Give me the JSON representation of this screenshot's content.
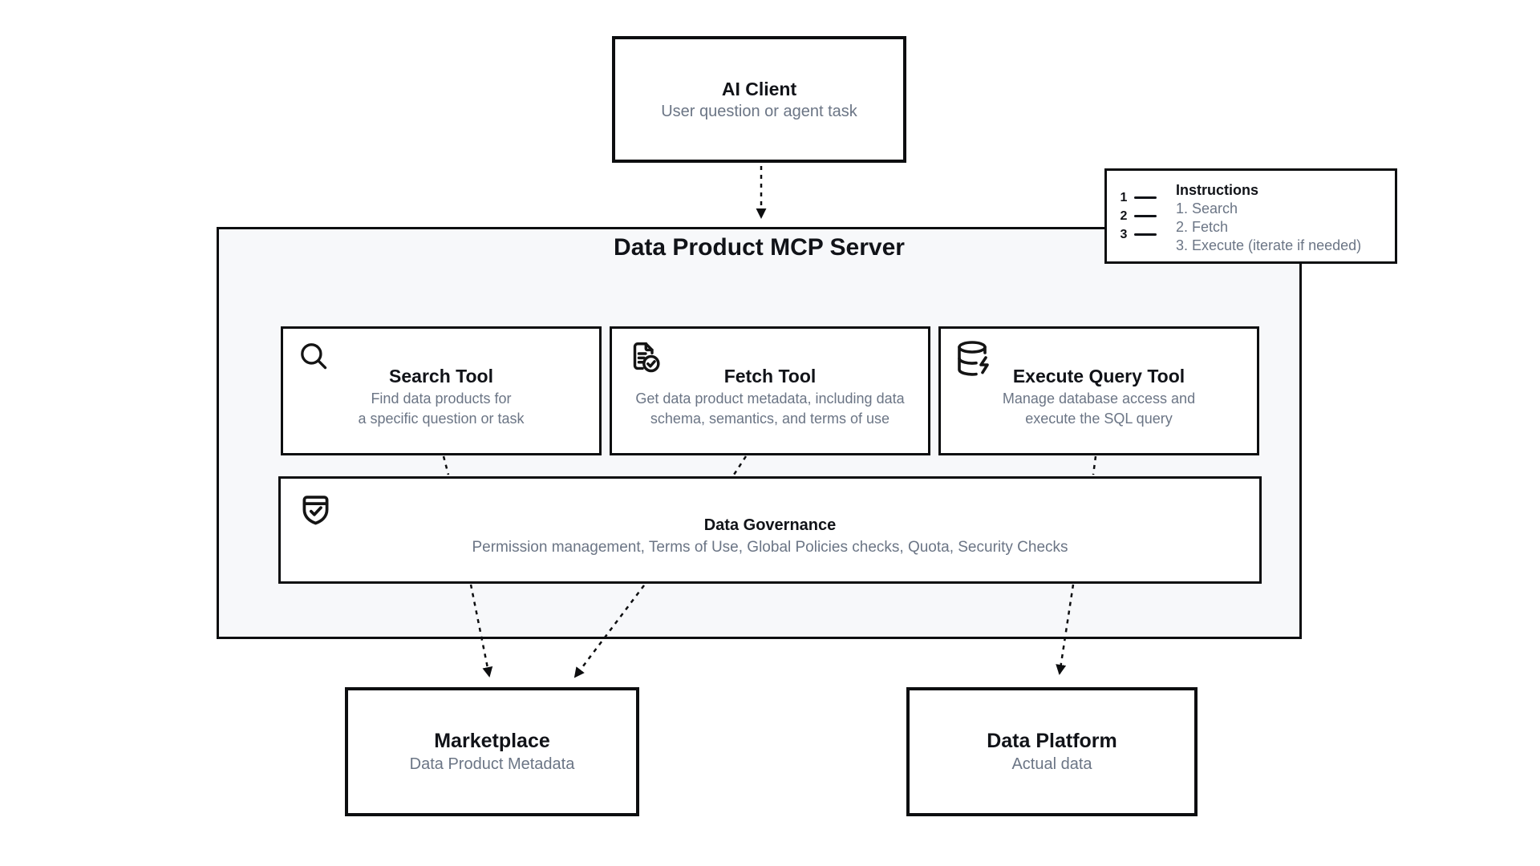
{
  "ai_client": {
    "title": "AI Client",
    "subtitle": "User question or agent task"
  },
  "server": {
    "title": "Data Product MCP Server"
  },
  "instructions": {
    "title": "Instructions",
    "steps": [
      "1. Search",
      "2. Fetch",
      "3. Execute (iterate if needed)"
    ],
    "icon": "ordered-list-icon",
    "icon_numbers": [
      "1",
      "2",
      "3"
    ]
  },
  "tools": {
    "search": {
      "icon": "search-icon",
      "title": "Search Tool",
      "subtitle": "Find data products for\na specific question or task"
    },
    "fetch": {
      "icon": "file-check-icon",
      "title": "Fetch Tool",
      "subtitle": "Get data product metadata, including data\nschema, semantics, and terms of use"
    },
    "execute": {
      "icon": "database-zap-icon",
      "title": "Execute Query Tool",
      "subtitle": "Manage database access and\nexecute the SQL query"
    }
  },
  "governance": {
    "icon": "shield-check-icon",
    "title": "Data Governance",
    "subtitle": "Permission management, Terms of Use, Global Policies checks, Quota, Security Checks"
  },
  "marketplace": {
    "title": "Marketplace",
    "subtitle": "Data Product Metadata"
  },
  "data_platform": {
    "title": "Data Platform",
    "subtitle": "Actual data"
  },
  "colors": {
    "border": "#0d0e10",
    "title_text": "#111318",
    "subtitle_text": "#6b7585",
    "server_background": "#f7f8fa",
    "box_background": "#ffffff"
  }
}
